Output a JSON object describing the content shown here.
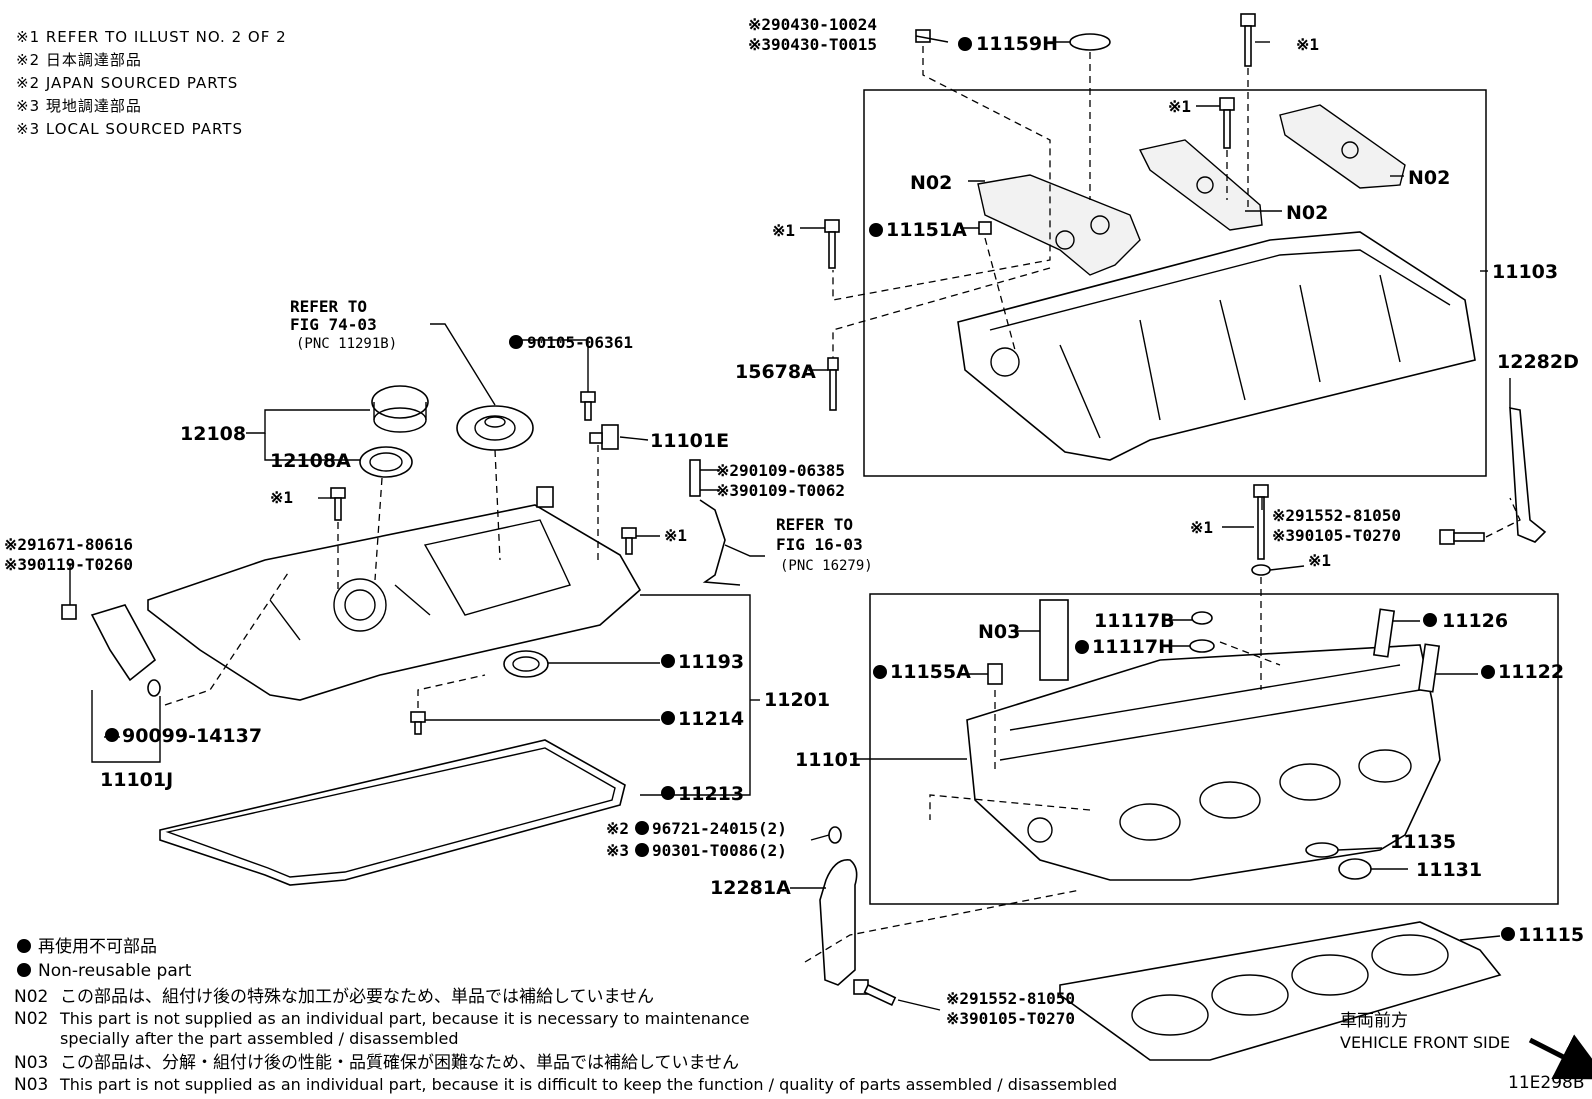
{
  "notes": {
    "n1": "※1 REFER TO ILLUST NO. 2 OF 2",
    "n2a": "※2 日本調達部品",
    "n2b": "※2 JAPAN SOURCED PARTS",
    "n3a": "※3 現地調達部品",
    "n3b": "※3 LOCAL SOURCED PARTS"
  },
  "refer_fig74": {
    "l1": "REFER TO",
    "l2": "FIG 74-03",
    "l3": "(PNC 11291B)"
  },
  "refer_fig16": {
    "l1": "REFER TO",
    "l2": "FIG 16-03",
    "l3": "(PNC 16279)"
  },
  "labels": {
    "p90430_10024": "※290430-10024",
    "p90430_T0015": "※390430-T0015",
    "p11159H": "11159H",
    "x1_top": "※1",
    "x1_upper_bolt": "※1",
    "N02_a": "N02",
    "N02_b": "N02",
    "N02_c": "N02",
    "x1_left_bolt": "※1",
    "p11151A": "11151A",
    "p11103": "11103",
    "p15678A": "15678A",
    "p12282D": "12282D",
    "p90105_06361": "90105-06361",
    "p12108": "12108",
    "p12108A": "12108A",
    "p11101E": "11101E",
    "p90109_06385": "※290109-06385",
    "p90109_T0062": "※390109-T0062",
    "x1_cover_bolt": "※1",
    "x1_cover_right": "※1",
    "p91671_80616": "※291671-80616",
    "p90119_T0260": "※390119-T0260",
    "x1_head_bolt": "※1",
    "p91552_81050_a": "※291552-81050",
    "p90105_T0270_a": "※390105-T0270",
    "x1_washer": "※1",
    "N03": "N03",
    "p11117B": "11117B",
    "p11117H": "11117H",
    "p11126": "11126",
    "p11155A": "11155A",
    "p11122": "11122",
    "p11193": "11193",
    "p11201": "11201",
    "p11214": "11214",
    "p90099_14137": "90099-14137",
    "p11101J": "11101J",
    "p11101": "11101",
    "p11213": "11213",
    "p96721": "※2",
    "p96721_num": "96721-24015(2)",
    "p90301": "※3",
    "p90301_num": "90301-T0086(2)",
    "p11135": "11135",
    "p11131": "11131",
    "p12281A": "12281A",
    "p11115": "11115",
    "p91552_81050_b": "※291552-81050",
    "p90105_T0270_b": "※390105-T0270"
  },
  "legend": {
    "reuse_jp": "再使用不可部品",
    "reuse_en": "Non-reusable part",
    "n02_code": "N02",
    "n02_jp": "この部品は、組付け後の特殊な加工が必要なため、単品では補給していません",
    "n02_code2": "N02",
    "n02_en1": "This part is not supplied as an individual part, because it is necessary to maintenance",
    "n02_en2": "specially after the part assembled / disassembled",
    "n03_code": "N03",
    "n03_jp": "この部品は、分解・組付け後の性能・品質確保が困難なため、単品では補給していません",
    "n03_code2": "N03",
    "n03_en": "This part is not supplied as an individual part, because it is difficult to keep the function / quality of parts  assembled / disassembled"
  },
  "vehicle_front": {
    "jp": "車両前方",
    "en": "VEHICLE FRONT SIDE"
  },
  "figure_id": "11E298B"
}
